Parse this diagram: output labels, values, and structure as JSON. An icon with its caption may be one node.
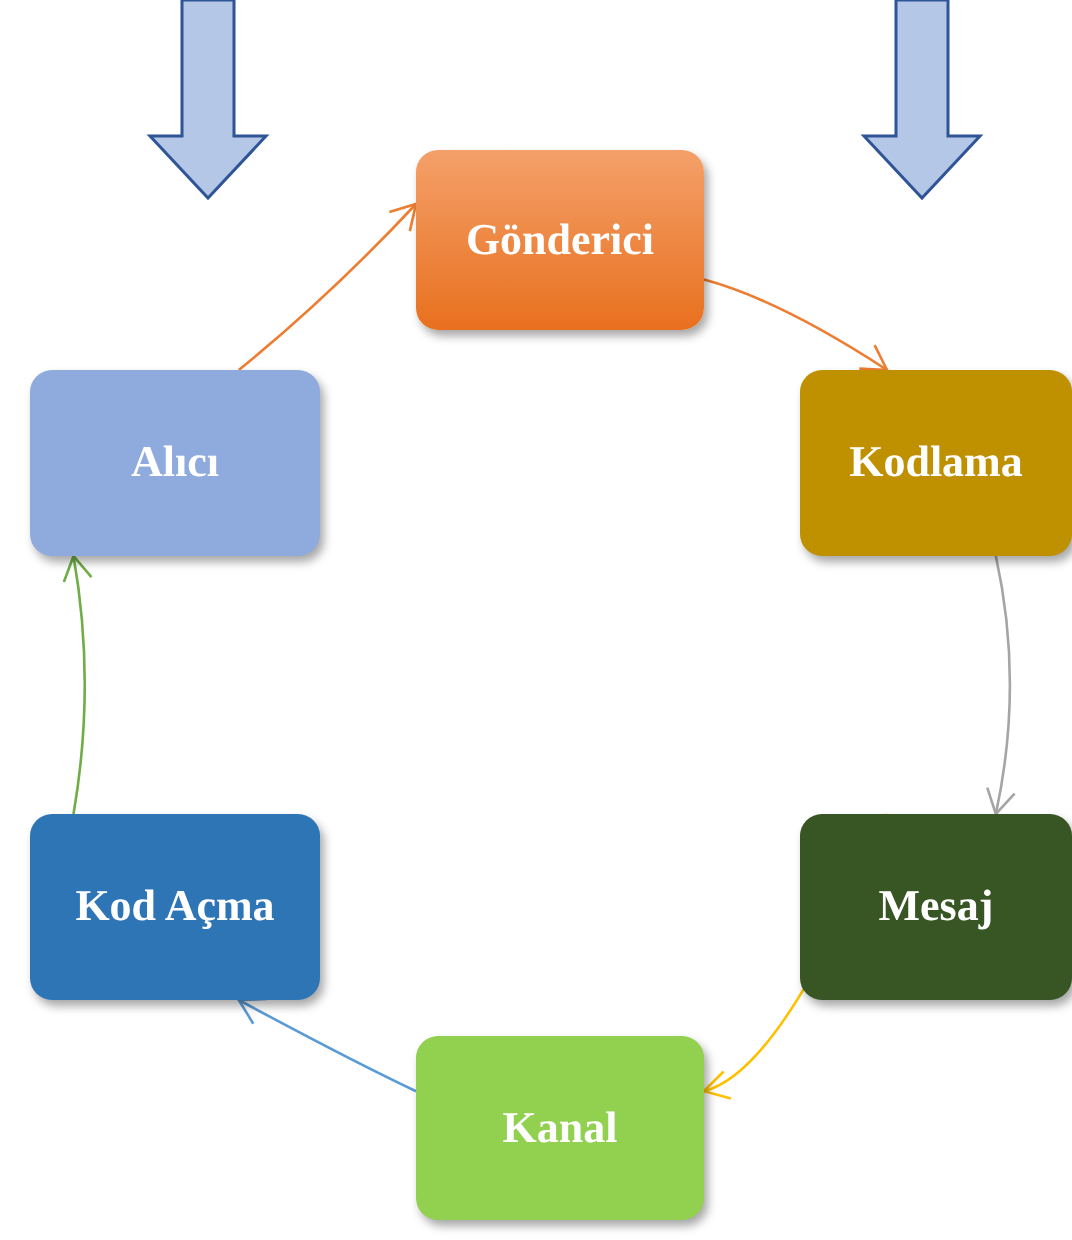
{
  "diagram": {
    "nodes": [
      {
        "text": [
          "Gönderici"
        ]
      },
      {
        "text": [
          "Kodlama"
        ]
      },
      {
        "text": [
          "Mesaj"
        ]
      },
      {
        "text": [
          "Kanal"
        ]
      },
      {
        "text": [
          "Kod Açma"
        ]
      },
      {
        "text": [
          "Alıcı"
        ]
      }
    ],
    "edges": [
      {
        "from": 0,
        "to": 1,
        "arrow": "to",
        "color": "#ed7d31"
      },
      {
        "from": 1,
        "to": 2,
        "arrow": "to",
        "color": "#a5a5a5"
      },
      {
        "from": 2,
        "to": 3,
        "arrow": "to",
        "color": "#ffc000"
      },
      {
        "from": 3,
        "to": 4,
        "arrow": "to",
        "color": "#5b9bd5"
      },
      {
        "from": 4,
        "to": 5,
        "arrow": "to",
        "color": "#70ad47"
      },
      {
        "from": 5,
        "to": 0,
        "arrow": "to",
        "color": "#ed7d31"
      }
    ]
  }
}
